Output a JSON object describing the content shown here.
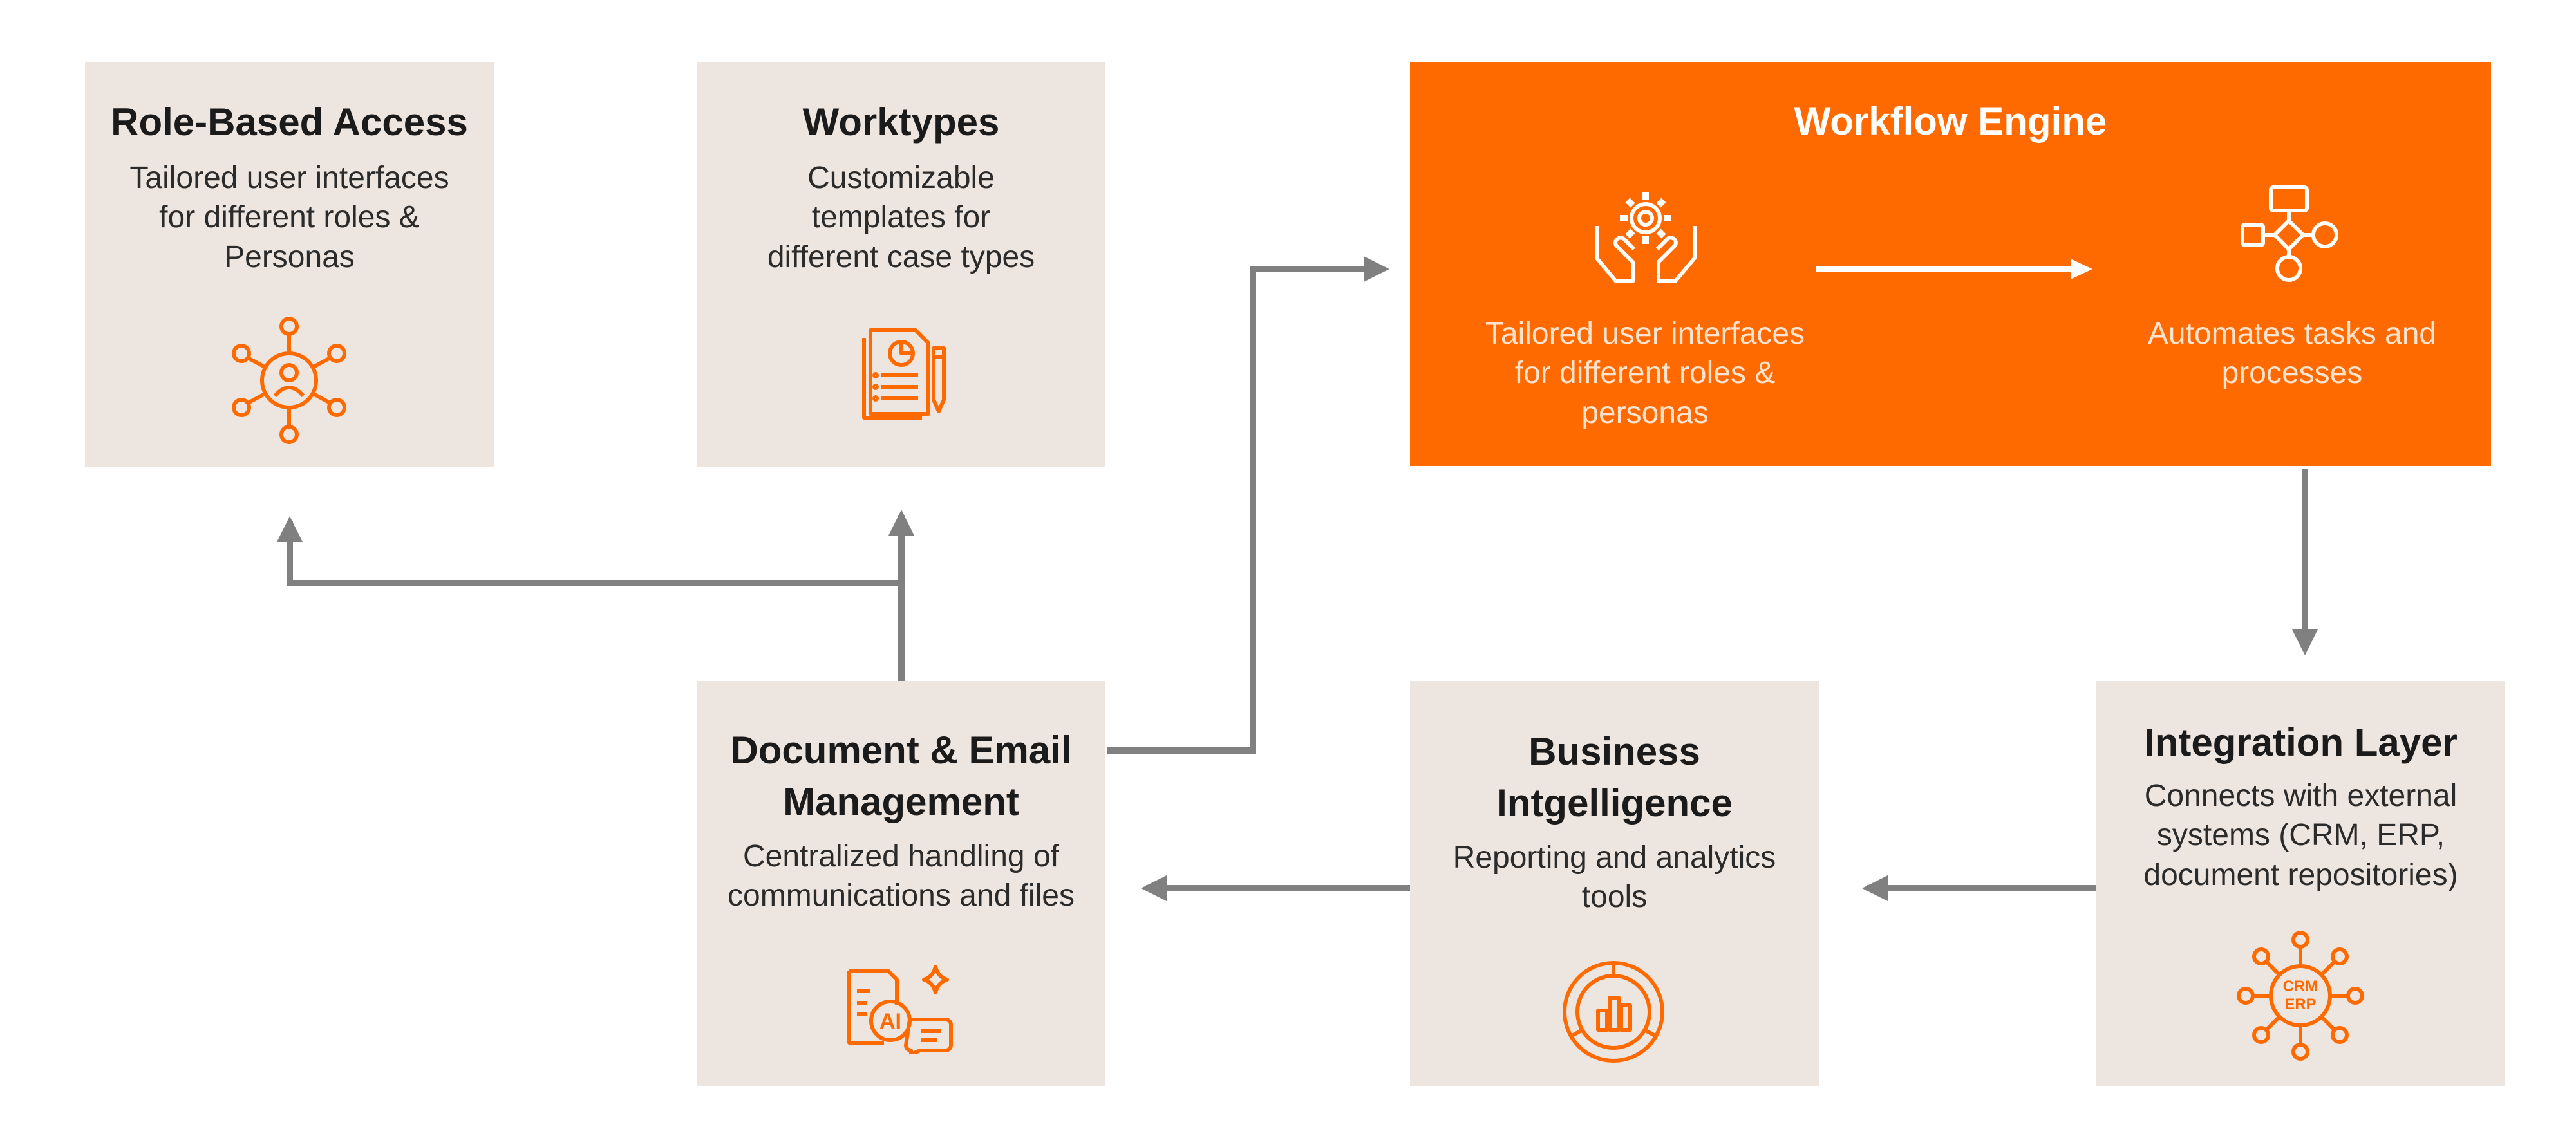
{
  "colors": {
    "accent": "#ff6a00",
    "box_bg": "#ede5df",
    "arrow": "#808080"
  },
  "nodes": {
    "role_based_access": {
      "title": "Role-Based Access",
      "desc_lines": [
        "Tailored user interfaces",
        "for different roles &",
        "Personas"
      ],
      "icon": "persona-network-icon"
    },
    "worktypes": {
      "title": "Worktypes",
      "desc_lines": [
        "Customizable",
        "templates for",
        "different case types"
      ],
      "icon": "document-template-icon"
    },
    "workflow_engine": {
      "title": "Workflow Engine",
      "left_desc_lines": [
        "Tailored user interfaces",
        "for different roles &",
        "personas"
      ],
      "right_desc_lines": [
        "Automates tasks and",
        "processes"
      ],
      "left_icon": "gear-hands-icon",
      "right_icon": "flowchart-icon"
    },
    "document_email": {
      "title_lines": [
        "Document & Email",
        "Management"
      ],
      "desc_lines": [
        "Centralized handling of",
        "communications and files"
      ],
      "icon": "ai-document-chat-icon",
      "icon_text": "AI"
    },
    "business_intelligence": {
      "title_lines": [
        "Business",
        "Intgelligence"
      ],
      "desc_lines": [
        "Reporting and analytics",
        "tools"
      ],
      "icon": "analytics-chart-icon"
    },
    "integration_layer": {
      "title": "Integration Layer",
      "desc_lines": [
        "Connects with external",
        "systems (CRM, ERP,",
        "document repositories)"
      ],
      "icon": "crm-erp-network-icon",
      "icon_text": [
        "CRM",
        "ERP"
      ]
    }
  }
}
